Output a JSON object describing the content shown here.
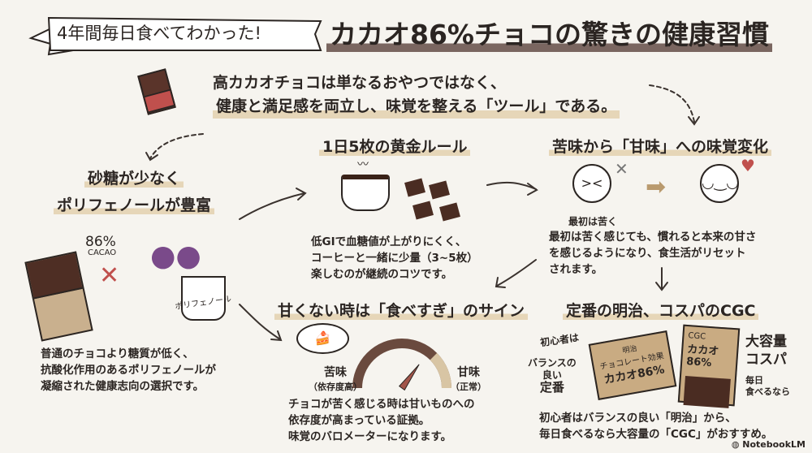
{
  "banner": "4年間毎日食べてわかった!",
  "title": "カカオ86%チョコの驚きの健康習慣",
  "subtitle": [
    "高カカオチョコは単なるおやつではなく、",
    "健康と満足感を両立し、味覚を整える「ツール」である。"
  ],
  "section1": {
    "heading": [
      "砂糖が少なく",
      "ポリフェノールが豊富"
    ],
    "label_percent": "86%",
    "label_cacao": "CACAO",
    "cup_label": "ポリフェノール",
    "body": [
      "普通のチョコより糖質が低く、",
      "抗酸化作用のあるポリフェノールが",
      "凝縮された健康志向の選択です。"
    ]
  },
  "section2": {
    "heading": "1日5枚の黄金ルール",
    "body": [
      "低GIで血糖値が上がりにくく、",
      "コーヒーと一緒に少量（3~5枚）",
      "楽しむのが継続のコツです。"
    ]
  },
  "section3": {
    "heading": "苦味から「甘味」への味覚変化",
    "caption": "最初は苦く",
    "body": [
      "最初は苦く感じても、慣れると本来の甘さ",
      "を感じるようになり、食生活がリセット",
      "されます。"
    ]
  },
  "section4": {
    "heading": "甘くない時は「食べすぎ」のサイン",
    "gauge_left": "苦味",
    "gauge_left_sub": "（依存度高）",
    "gauge_right": "甘味",
    "gauge_right_sub": "（正常）",
    "gauge_level": 0.7,
    "body": [
      "チョコが苦く感じる時は甘いものへの",
      "依存度が高まっている証拠。",
      "味覚のバロメーターになります。"
    ]
  },
  "section5": {
    "heading": "定番の明治、コスパのCGC",
    "beginner": "初心者は",
    "balance": [
      "バランスの",
      "良い",
      "定番"
    ],
    "meiji_box": [
      "明治",
      "チョコレート効果",
      "カカオ86%"
    ],
    "cgc_bag": [
      "CGC",
      "カカオ86%"
    ],
    "bulk": [
      "大容量",
      "コスパ"
    ],
    "daily": [
      "毎日",
      "食べるなら"
    ],
    "body": [
      "初心者はバランスの良い「明治」から、",
      "毎日食べるなら大容量の「CGC」がおすすめ。"
    ]
  },
  "footer": {
    "logo": "NotebookLM"
  },
  "colors": {
    "background": "#f6f4ef",
    "chocolate": "#4a2c22",
    "highlight": "#e6d6b8",
    "accent": "#c0504d"
  }
}
